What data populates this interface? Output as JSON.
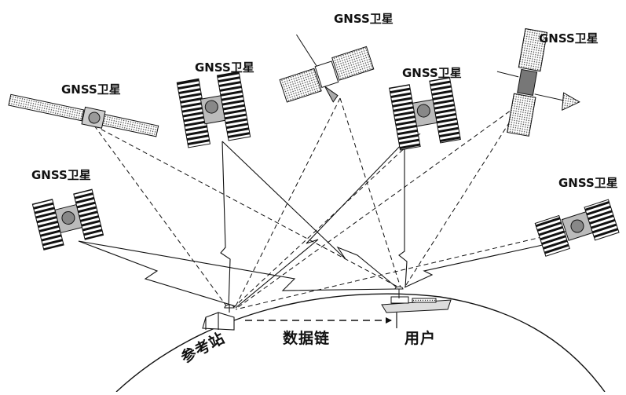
{
  "satellite_label": "GNSS卫星",
  "satellites": [
    {
      "id": "sat-left-top",
      "label": "GNSS卫星"
    },
    {
      "id": "sat-mid-left",
      "label": "GNSS卫星"
    },
    {
      "id": "sat-top-center",
      "label": "GNSS卫星"
    },
    {
      "id": "sat-mid-right",
      "label": "GNSS卫星"
    },
    {
      "id": "sat-right-top",
      "label": "GNSS卫星"
    },
    {
      "id": "sat-left-low",
      "label": "GNSS卫星"
    },
    {
      "id": "sat-right-low",
      "label": "GNSS卫星"
    }
  ],
  "ground": {
    "reference_station": "参考站",
    "data_link": "数据链",
    "user": "用户"
  }
}
